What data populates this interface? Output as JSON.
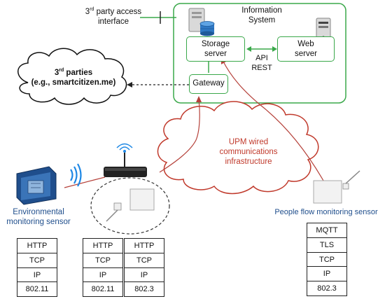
{
  "colors": {
    "system_border": "#3aa84a",
    "link_red": "#b5413a",
    "blue_label": "#1f4e8c",
    "cloud_red": "#c0392b",
    "infra_text": "#c0392b"
  },
  "access": {
    "prefix": "3",
    "sup": "rd",
    "rest": " party access",
    "line2": "interface"
  },
  "info_system": {
    "line1": "Information",
    "line2": "System"
  },
  "storage": {
    "line1": "Storage",
    "line2": "server"
  },
  "web": {
    "line1": "Web",
    "line2": "server"
  },
  "api": {
    "line1": "API",
    "line2": "REST"
  },
  "gateway": {
    "label": "Gateway"
  },
  "third_parties": {
    "prefix": "3",
    "sup": "rd",
    "rest": " parties",
    "line2": "(e.g., smartcitizen.me)"
  },
  "infrastructure": {
    "line1": "UPM wired",
    "line2": "communications",
    "line3": "infrastructure"
  },
  "env_sensor": {
    "line1": "Environmental",
    "line2": "monitoring sensor"
  },
  "people_sensor": {
    "label": "People flow monitoring sensor"
  },
  "icons": {
    "server_storage": "database-server-icon",
    "server_web": "server-tower-icon",
    "router": "wifi-router-icon",
    "wireless": "wireless-signal-icon",
    "sensor_env": "environmental-sensor-icon",
    "sensor_people": "people-sensor-icon",
    "sensor_wired": "wired-sensor-icon"
  },
  "stacks": [
    {
      "name": "env",
      "layers": [
        "HTTP",
        "TCP",
        "IP",
        "802.11"
      ]
    },
    {
      "name": "router-wifi",
      "layers": [
        "HTTP",
        "TCP",
        "IP",
        "802.11"
      ]
    },
    {
      "name": "router-wired",
      "layers": [
        "HTTP",
        "TCP",
        "IP",
        "802.3"
      ]
    },
    {
      "name": "people",
      "layers": [
        "MQTT",
        "TLS",
        "TCP",
        "IP",
        "802.3"
      ]
    }
  ]
}
